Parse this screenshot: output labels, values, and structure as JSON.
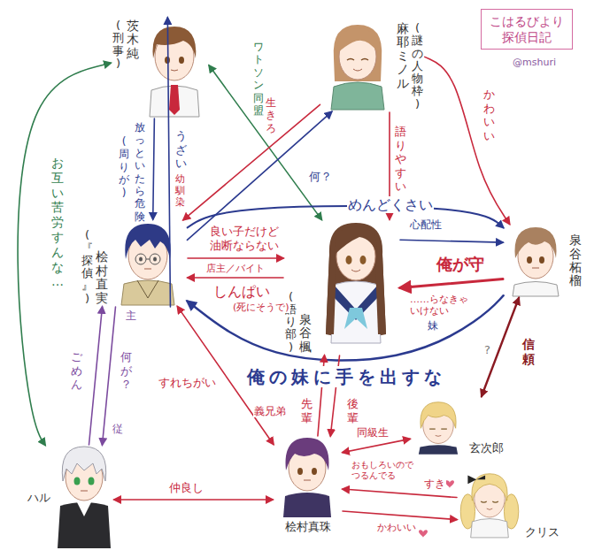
{
  "diagram": {
    "title": "こはるびより 探偵日記",
    "nodes": [
      {
        "text": [
          "茨木 純",
          "(刑事)"
        ]
      },
      {
        "text": [
          "麻耶ミノル",
          "(謎の人物枠)"
        ]
      },
      {
        "text": [
          "桧村直実",
          "(『探偵』)"
        ]
      },
      {
        "text": [
          "泉谷楓",
          "(語り部)"
        ]
      },
      {
        "text": [
          "泉谷柘榴"
        ]
      },
      {
        "text": [
          "ハル"
        ]
      },
      {
        "text": [
          "桧村真珠"
        ]
      },
      {
        "text": [
          "玄次郎"
        ]
      },
      {
        "text": [
          "クリス"
        ]
      }
    ],
    "edges": [
      {
        "from": 0,
        "to": 2,
        "arrow": "to",
        "label": "放っといたら危険"
      },
      {
        "from": 2,
        "to": 0,
        "arrow": "to",
        "label": "うざい"
      },
      {
        "from": 0,
        "to": 3,
        "arrow": "both",
        "label": "ワトソン同盟"
      },
      {
        "from": 0,
        "to": 5,
        "arrow": "both",
        "label": "お互い苦労すんな…"
      },
      {
        "from": 1,
        "to": 2,
        "arrow": "to",
        "label": "生きろ"
      },
      {
        "from": 2,
        "to": 1,
        "arrow": "to",
        "label": "何？"
      },
      {
        "from": 1,
        "to": 3,
        "arrow": "to",
        "label": "語りやすい"
      },
      {
        "from": 1,
        "to": 4,
        "arrow": "to",
        "label": "かわいい"
      },
      {
        "from": 2,
        "to": 4,
        "arrow": "to",
        "label": "めんどくさい"
      },
      {
        "from": 2,
        "to": 3,
        "arrow": "to",
        "label": "良い子だけど 油断ならない"
      },
      {
        "from": 3,
        "to": 2,
        "arrow": "to",
        "label": "しんぱい"
      },
      {
        "from": 3,
        "to": 4,
        "arrow": "to",
        "label": "心配性"
      },
      {
        "from": 4,
        "to": 3,
        "arrow": "to",
        "label": "俺が守"
      },
      {
        "from": 4,
        "to": 2,
        "arrow": "to",
        "label": "俺の妹に手を出すな"
      },
      {
        "from": 2,
        "to": 6,
        "arrow": "both",
        "label": "すれちがい"
      },
      {
        "from": 5,
        "to": 2,
        "arrow": "to",
        "label": "ごめん"
      },
      {
        "from": 2,
        "to": 5,
        "arrow": "to",
        "label": "何が？"
      },
      {
        "from": 5,
        "to": 6,
        "arrow": "both",
        "label": "仲良し"
      },
      {
        "from": 6,
        "to": 3,
        "arrow": "to",
        "label": "先輩"
      },
      {
        "from": 3,
        "to": 6,
        "arrow": "to",
        "label": "後輩"
      },
      {
        "from": 4,
        "to": 7,
        "arrow": "both",
        "label": "信頼"
      },
      {
        "from": 6,
        "to": 7,
        "arrow": "both",
        "label": "同級生"
      },
      {
        "from": 8,
        "to": 6,
        "arrow": "to",
        "label": "すき"
      },
      {
        "from": 6,
        "to": 8,
        "arrow": "to",
        "label": "かわいい"
      }
    ],
    "labels": [
      "@mshuri",
      "幼馴染",
      "(周りが)",
      "店主／バイト",
      "(死にそうで)",
      "……らなきゃいけない",
      "妹",
      "主",
      "従",
      "義兄弟",
      "?",
      "おもしろいので つるんでる"
    ]
  }
}
